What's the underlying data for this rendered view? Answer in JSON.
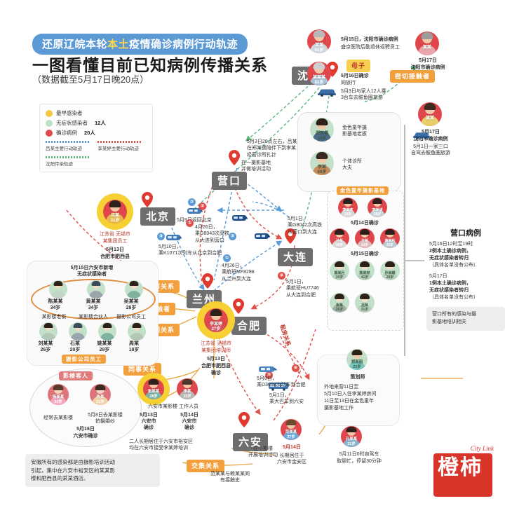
{
  "header": {
    "pill_pre": "还原辽皖本轮",
    "pill_hl": "本土",
    "pill_post": "疫情确诊病例行动轨迹",
    "main_title": "一图看懂目前已知病例传播关系",
    "subtitle": "（数据截至5月17日晚20点）"
  },
  "legend": {
    "items": [
      {
        "label": "最早感染者",
        "count": "",
        "color": "#f5c842"
      },
      {
        "label": "无症状感染者",
        "count": "12人",
        "color": "#bfe0c5"
      },
      {
        "label": "确诊病例",
        "count": "20人",
        "color": "#e0474c"
      }
    ],
    "lines": [
      {
        "label": "吕某主要行动轨迹",
        "color": "#5b9bd5"
      },
      {
        "label": "李某婷主要行动轨迹",
        "color": "#e0504a"
      },
      {
        "label": "沈阳传染轨迹",
        "color": "#59b87a"
      }
    ]
  },
  "cities": {
    "shenyang": "沈阳",
    "yingkou": "营口",
    "beijing": "北京",
    "dalian": "大连",
    "lanzhou": "兰州",
    "hefei": "合肥",
    "luan": "六安"
  },
  "shenyang": {
    "case1": {
      "name": "某某",
      "age": "61岁"
    },
    "case1_line1": "5月15日，沈阳市确诊病例",
    "case1_line2": "盛京医院后勤退休返聘员工",
    "case2": {
      "name": "某某某",
      "age": "83岁"
    },
    "case2_line1": "5月16日确诊",
    "case2_line2": "同旅行",
    "relation_tag": "母子",
    "car_note": "5月3日与家人12人乘\n3台车去鲅鱼圈旅游",
    "contact_tag": "密切接触者",
    "case3": {
      "name": "某某"
    },
    "case3_line1": "5月17日",
    "case3_line2": "沈阳市确诊病例",
    "case4": {
      "name": "某某"
    },
    "case4_line1": "5月17日",
    "case4_line2": "沈阳市确诊病例",
    "case4_line3": "5月1日一家三口",
    "case4_line4": "自驾去鲅鱼圈旅游"
  },
  "yingkou": {
    "clinic_note": "5月3日20点左右，吕某\n在郑某儒陪伴下到李某\n经营诊所扎针",
    "base_note": "在一摄影基地\n并做培训活动",
    "boss": {
      "name": "郑某儒",
      "age": "39岁",
      "caption": "金色童年摄\n影基地老板"
    },
    "doctor": {
      "name": "李某",
      "age": "68岁",
      "caption": "个体诊所\n大夫"
    },
    "panel_tag": "金色童年摄影基地",
    "group_may14_label": "5月14日确诊",
    "group_may15_label": "5月15日确诊",
    "row_top": [
      {
        "name": "李某欢",
        "age": "10岁",
        "type": "red"
      },
      {
        "name": "李某涛",
        "age": "28岁",
        "type": "red"
      }
    ],
    "row_mid": [
      {
        "name": "孙某",
        "age": "38岁",
        "type": "red"
      },
      {
        "name": "王某",
        "age": "10岁",
        "type": "red"
      },
      {
        "name": "高某利",
        "age": "20岁",
        "type": "red"
      }
    ],
    "row_green1": [
      {
        "name": "郭某月",
        "age": "30岁",
        "type": "green"
      },
      {
        "name": "陈某林",
        "age": "41岁",
        "type": "green"
      },
      {
        "name": "孙某娜",
        "age": "28岁",
        "type": "green"
      }
    ],
    "row_green2": [
      {
        "name": "张某",
        "age": "26岁",
        "type": "green"
      },
      {
        "name": "吕某",
        "age": "31岁",
        "type": "green"
      }
    ],
    "panel_title": "营口病例",
    "panel_p1": "5月16日12时至19时",
    "panel_p2": "2例本土确诊病例，",
    "panel_p3": "无症状感染者转归",
    "panel_p4": "（具体名单没有公布）",
    "panel_p5": "5月17日",
    "panel_p6": "1例本土确诊病例，",
    "panel_p7": "无症状感染者转归",
    "panel_p8": "（具体名单没有公布）",
    "panel_note": "营口所有的感染与摄\n影基地培训相关"
  },
  "lv": {
    "name": "吕某",
    "age": "31岁",
    "cap1": "江苏省 无锡市",
    "cap2": "某集团员工",
    "cap3": "5月13日",
    "cap4": "合肥市肥西县",
    "cap5": "确诊"
  },
  "li": {
    "name": "李某婷",
    "age": "27岁",
    "cap1": "江苏省 无锡市",
    "cap2": "某集团培训师",
    "cap3": "5月13日",
    "cap4": "合肥市肥西县",
    "cap5": "确诊"
  },
  "routes": {
    "r1": {
      "step": "②",
      "text": "4月26日，\n乘G8043次高铁\n从大连到营口"
    },
    "r2": {
      "step": "②",
      "text": "5月9日返回北京"
    },
    "r3": {
      "step": "③",
      "text": "5月10日，\n乘K1071次列车从北京到合肥"
    },
    "r4": {
      "step": "①",
      "text": "4月26日，\n乘航班MF8288\n从兰州到大连"
    },
    "r5": {
      "step": "③",
      "text": "5月1日，\n乘G8042次高铁\n从营口到大连"
    },
    "r6": {
      "step": "④",
      "text": "5月1日，\n乘航班HU7746\n从大连到合肥"
    },
    "r7": {
      "step": "⑤",
      "text": "5月1日，\n乘大巴车到六安"
    },
    "r8": {
      "step": "⑥",
      "text": "5月8日，\n乘D3058次动车到合肥"
    },
    "r9": {
      "text": "5月1日，\n乘大巴车到六安"
    },
    "label_luan": "在一影楼\n开展培训活动"
  },
  "relations": {
    "colleague_top": "同事关系",
    "contact": "接触者",
    "training": "培训关系",
    "colleague_bottom": "同事关系",
    "cross": "交集关系",
    "rent": "租房关系"
  },
  "luan_asymptomatic": {
    "title": "5月15日六安市新增\n无症状感染者",
    "row1": [
      {
        "name": "陈某某",
        "age": "34岁",
        "caption": "某影楼老板"
      },
      {
        "name": "黄某某",
        "age": "34岁",
        "caption": "某影楼合伙人"
      },
      {
        "name": "吴某某",
        "age": "28岁",
        "caption": "摄影公司员工"
      }
    ],
    "row2": [
      {
        "name": "刘某某",
        "age": "26岁"
      },
      {
        "name": "石某",
        "age": "20岁"
      },
      {
        "name": "姚某某",
        "age": "29岁"
      },
      {
        "name": "周某",
        "age": "18岁"
      }
    ],
    "footer_tag": "摄影公司员工"
  },
  "studio_guests": {
    "tag": "影楼客人",
    "people": [
      {
        "name": "杨某某",
        "age": "32岁",
        "caption": "经常去某影楼"
      },
      {
        "name": "陈某",
        "age": "21岁",
        "caption": "5月8日去某影楼\n拍摄婚纱"
      }
    ],
    "footer1": "5月16日",
    "footer2": "六安市确诊"
  },
  "studio_staff": {
    "tag": "同事关系",
    "people": [
      {
        "name": "张某某",
        "age": "29岁",
        "date": "5月13日\n六安市\n确诊"
      },
      {
        "name": "李某",
        "age": "33岁",
        "date": "5月14日\n六安市\n确诊"
      }
    ],
    "caption": "六安市某影楼 工作人员",
    "note": "二人长期居住于六安市裕安区\n均在六安市接受李某婷培训"
  },
  "planner": {
    "name": "郑某丽",
    "age": "23岁",
    "role": "策划师",
    "note": "外地来营11日至\n5月10日入住李某婷房间\n11日至13日在金色童年\n摄影基地工作"
  },
  "fan": {
    "name": "范某某",
    "age": "37岁",
    "date": "5月14日",
    "note": "长期居住于\n六安市金安区",
    "cross_note": "范某某与赖某某同\n有接触史"
  },
  "kong": {
    "name": "孔某某",
    "age": "31岁",
    "note": "5月11日0时自驾车\n取朋忙，停留30分钟"
  },
  "bottom_note": "安徽所有的感染都是由摄影培训活动\n引起，集中在六安市裕安区的某某影\n楼和肥西县的某某酒店。",
  "logo": {
    "cn": "橙柿",
    "en": "City Link"
  }
}
